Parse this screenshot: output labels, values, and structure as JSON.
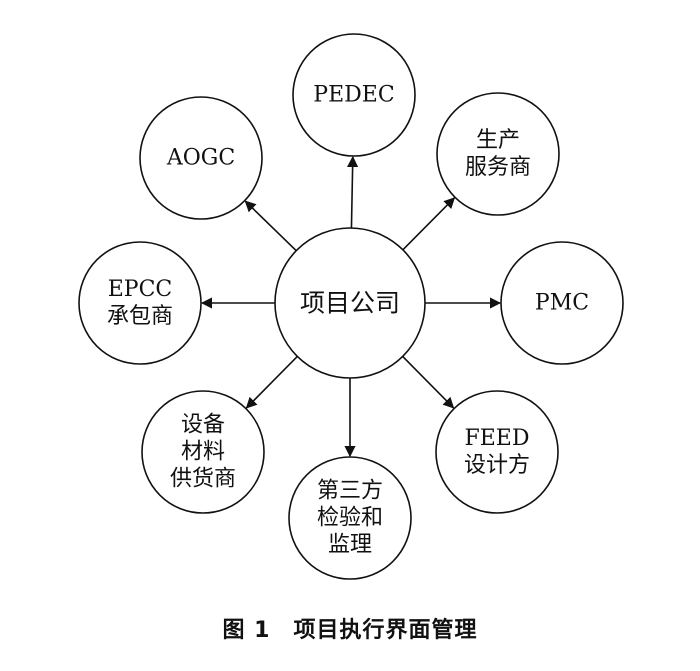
{
  "diagram": {
    "center": {
      "id": "center",
      "lines": [
        "项目公司"
      ]
    },
    "nodes": [
      {
        "id": "pedec",
        "lines": [
          "PEDEC"
        ]
      },
      {
        "id": "aogc",
        "lines": [
          "AOGC"
        ]
      },
      {
        "id": "production",
        "lines": [
          "生产",
          "服务商"
        ]
      },
      {
        "id": "epcc",
        "lines": [
          "EPCC",
          "承包商"
        ]
      },
      {
        "id": "pmc",
        "lines": [
          "PMC"
        ]
      },
      {
        "id": "supplier",
        "lines": [
          "设备",
          "材料",
          "供货商"
        ]
      },
      {
        "id": "feed",
        "lines": [
          "FEED",
          "设计方"
        ]
      },
      {
        "id": "inspection",
        "lines": [
          "第三方",
          "检验和",
          "监理"
        ]
      }
    ],
    "edges": [
      {
        "from": "center",
        "to": "pedec"
      },
      {
        "from": "center",
        "to": "aogc"
      },
      {
        "from": "center",
        "to": "production"
      },
      {
        "from": "center",
        "to": "epcc"
      },
      {
        "from": "center",
        "to": "pmc"
      },
      {
        "from": "center",
        "to": "supplier"
      },
      {
        "from": "center",
        "to": "feed"
      },
      {
        "from": "center",
        "to": "inspection"
      }
    ],
    "colors": {
      "stroke": "#111111",
      "text": "#111111",
      "background": "#ffffff"
    }
  },
  "caption": "图 1　项目执行界面管理"
}
